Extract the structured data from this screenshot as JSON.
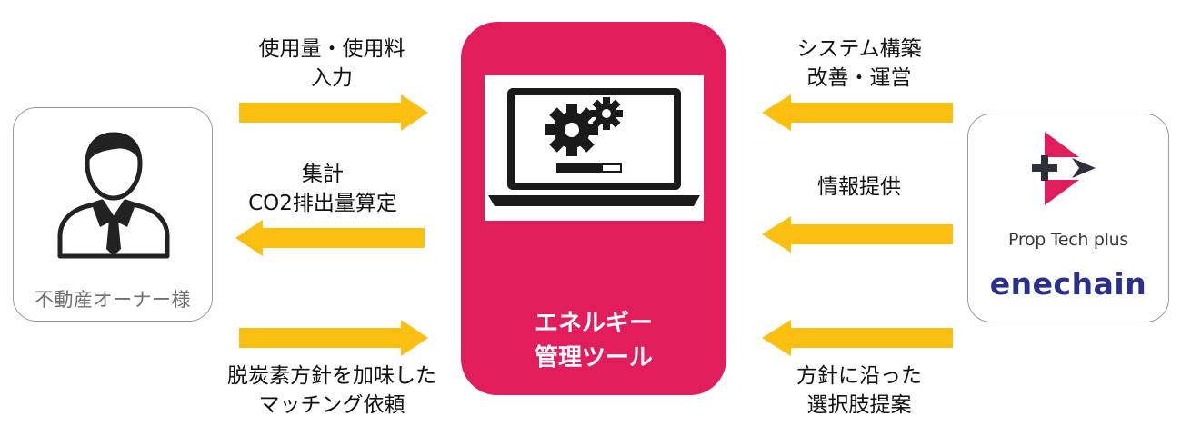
{
  "owner": {
    "label": "不動産オーナー様",
    "icon": "businessman-icon"
  },
  "tool": {
    "label_line1": "エネルギー",
    "label_line2": "管理ツール",
    "icon": "laptop-gears-icon",
    "color": "#e11d5c"
  },
  "provider": {
    "brand": "Prop Tech plus",
    "company": "enechain",
    "logo_icon": "proptech-plus-logo",
    "company_color": "#2a2f8c"
  },
  "arrow_color": "#fbbf0f",
  "left_flows": [
    {
      "line1": "使用量・使用料",
      "line2": "入力",
      "direction": "right"
    },
    {
      "line1": "集計",
      "line2": "CO2排出量算定",
      "direction": "left"
    },
    {
      "line1": "脱炭素方針を加味した",
      "line2": "マッチング依頼",
      "direction": "right"
    }
  ],
  "right_flows": [
    {
      "line1": "システム構築",
      "line2": "改善・運営",
      "direction": "left"
    },
    {
      "line1": "情報提供",
      "direction": "left"
    },
    {
      "line1": "方針に沿った",
      "line2": "選択肢提案",
      "direction": "left"
    }
  ]
}
